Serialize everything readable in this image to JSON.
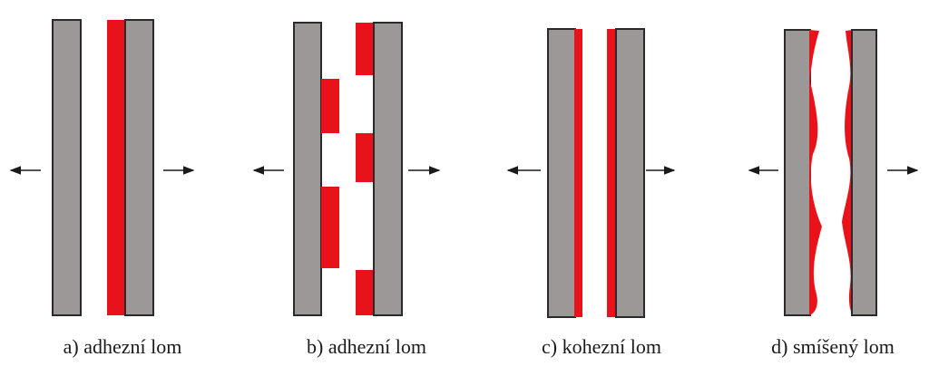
{
  "panels": [
    {
      "id": "a",
      "caption": "a) adhezní lom"
    },
    {
      "id": "b",
      "caption": "b) adhezní lom"
    },
    {
      "id": "c",
      "caption": "c) kohezní lom"
    },
    {
      "id": "d",
      "caption": "d) smíšený lom"
    }
  ],
  "colors": {
    "adhesive": "#e8131a",
    "adherend": "#9c9898",
    "outline": "#2a2a2a"
  }
}
